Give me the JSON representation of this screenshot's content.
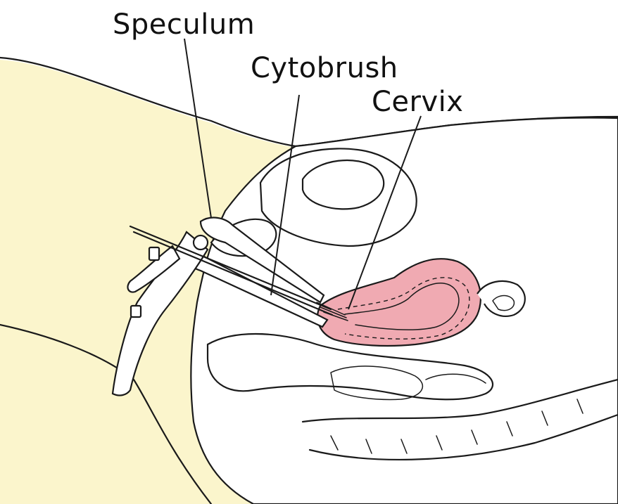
{
  "labels": {
    "speculum": "Speculum",
    "cytobrush": "Cytobrush",
    "cervix": "Cervix"
  },
  "colors": {
    "skin": "#fbf5cc",
    "uterus": "#f0aab2",
    "ink": "#1a1a1a"
  }
}
